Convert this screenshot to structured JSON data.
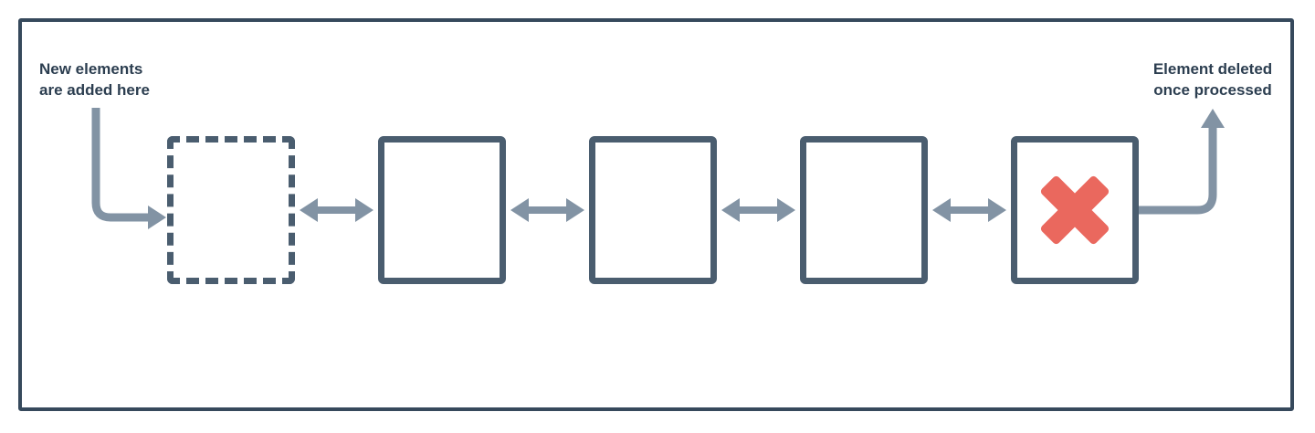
{
  "colors": {
    "background": "#ffffff",
    "frame_border": "#36495c",
    "box_border": "#4a5d6f",
    "arrow": "#8293a4",
    "x_mark": "#ea685e",
    "text": "#2c3e50"
  },
  "labels": {
    "enqueue": {
      "line1": "New elements",
      "line2": "are added here"
    },
    "dequeue": {
      "line1": "Element deleted",
      "line2": "once processed"
    }
  },
  "queue": {
    "boxes": [
      {
        "id": "box-1",
        "border": "dashed",
        "content": "empty"
      },
      {
        "id": "box-2",
        "border": "solid",
        "content": "empty"
      },
      {
        "id": "box-3",
        "border": "solid",
        "content": "empty"
      },
      {
        "id": "box-4",
        "border": "solid",
        "content": "empty"
      },
      {
        "id": "box-5",
        "border": "solid",
        "content": "x-mark"
      }
    ],
    "connector_style": "bidirectional-arrow"
  }
}
